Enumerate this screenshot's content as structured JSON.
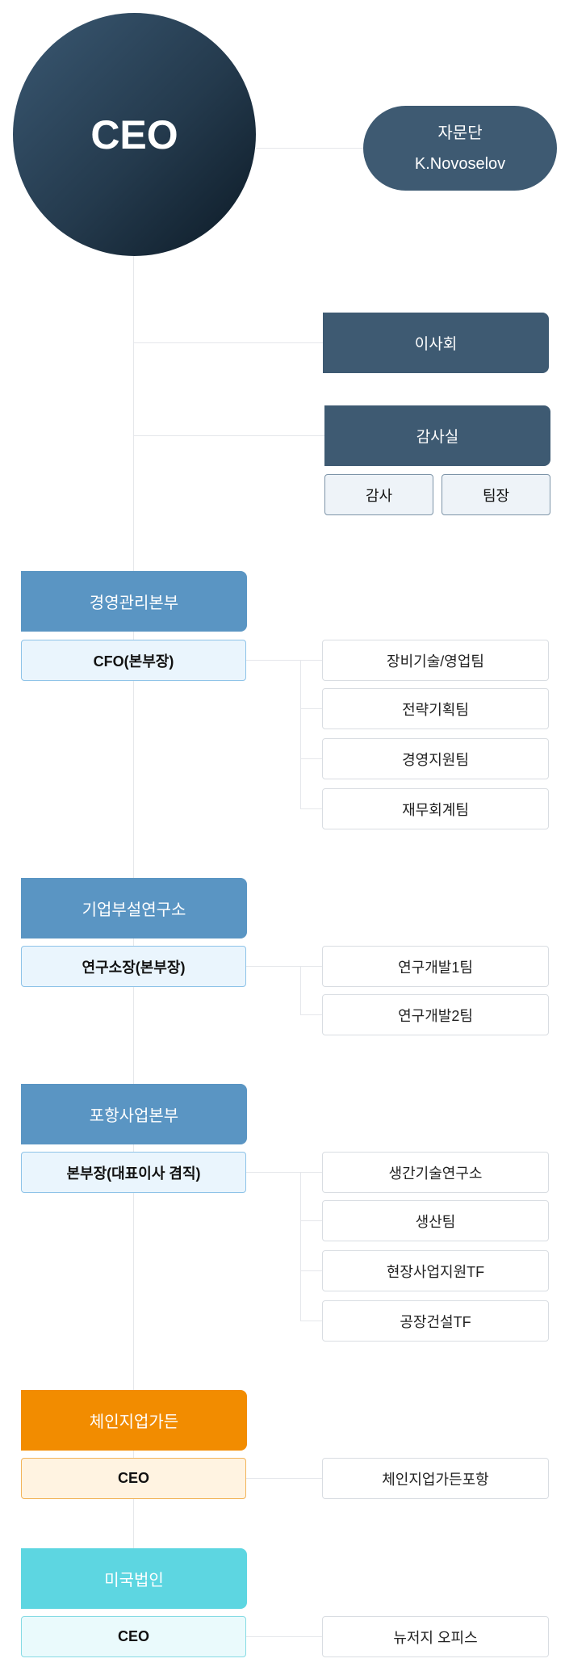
{
  "ceo": {
    "label": "CEO"
  },
  "advisory": {
    "title": "자문단",
    "name": "K.Novoselov"
  },
  "board": {
    "label": "이사회"
  },
  "audit": {
    "label": "감사실",
    "members": [
      "감사",
      "팀장"
    ]
  },
  "divisions": [
    {
      "name": "경영관리본부",
      "head": "CFO(본부장)",
      "color": "#5a95c3",
      "sub_bg": "#eaf5fd",
      "sub_border": "#8ec3e8",
      "teams": [
        "장비기술/영업팀",
        "전략기획팀",
        "경영지원팀",
        "재무회계팀"
      ]
    },
    {
      "name": "기업부설연구소",
      "head": "연구소장(본부장)",
      "color": "#5a95c3",
      "sub_bg": "#eaf5fd",
      "sub_border": "#8ec3e8",
      "teams": [
        "연구개발1팀",
        "연구개발2팀"
      ]
    },
    {
      "name": "포항사업본부",
      "head": "본부장(대표이사 겸직)",
      "color": "#5a95c3",
      "sub_bg": "#eaf5fd",
      "sub_border": "#8ec3e8",
      "teams": [
        "생간기술연구소",
        "생산팀",
        "현장사업지원TF",
        "공장건설TF"
      ]
    },
    {
      "name": "체인지업가든",
      "head": "CEO",
      "color": "#f28c00",
      "sub_bg": "#fff3e1",
      "sub_border": "#f2b45a",
      "teams": [
        "체인지업가든포항"
      ]
    },
    {
      "name": "미국법인",
      "head": "CEO",
      "color": "#5dd6e1",
      "sub_bg": "#eafafc",
      "sub_border": "#86dbe4",
      "teams": [
        "뉴저지 오피스"
      ]
    }
  ]
}
